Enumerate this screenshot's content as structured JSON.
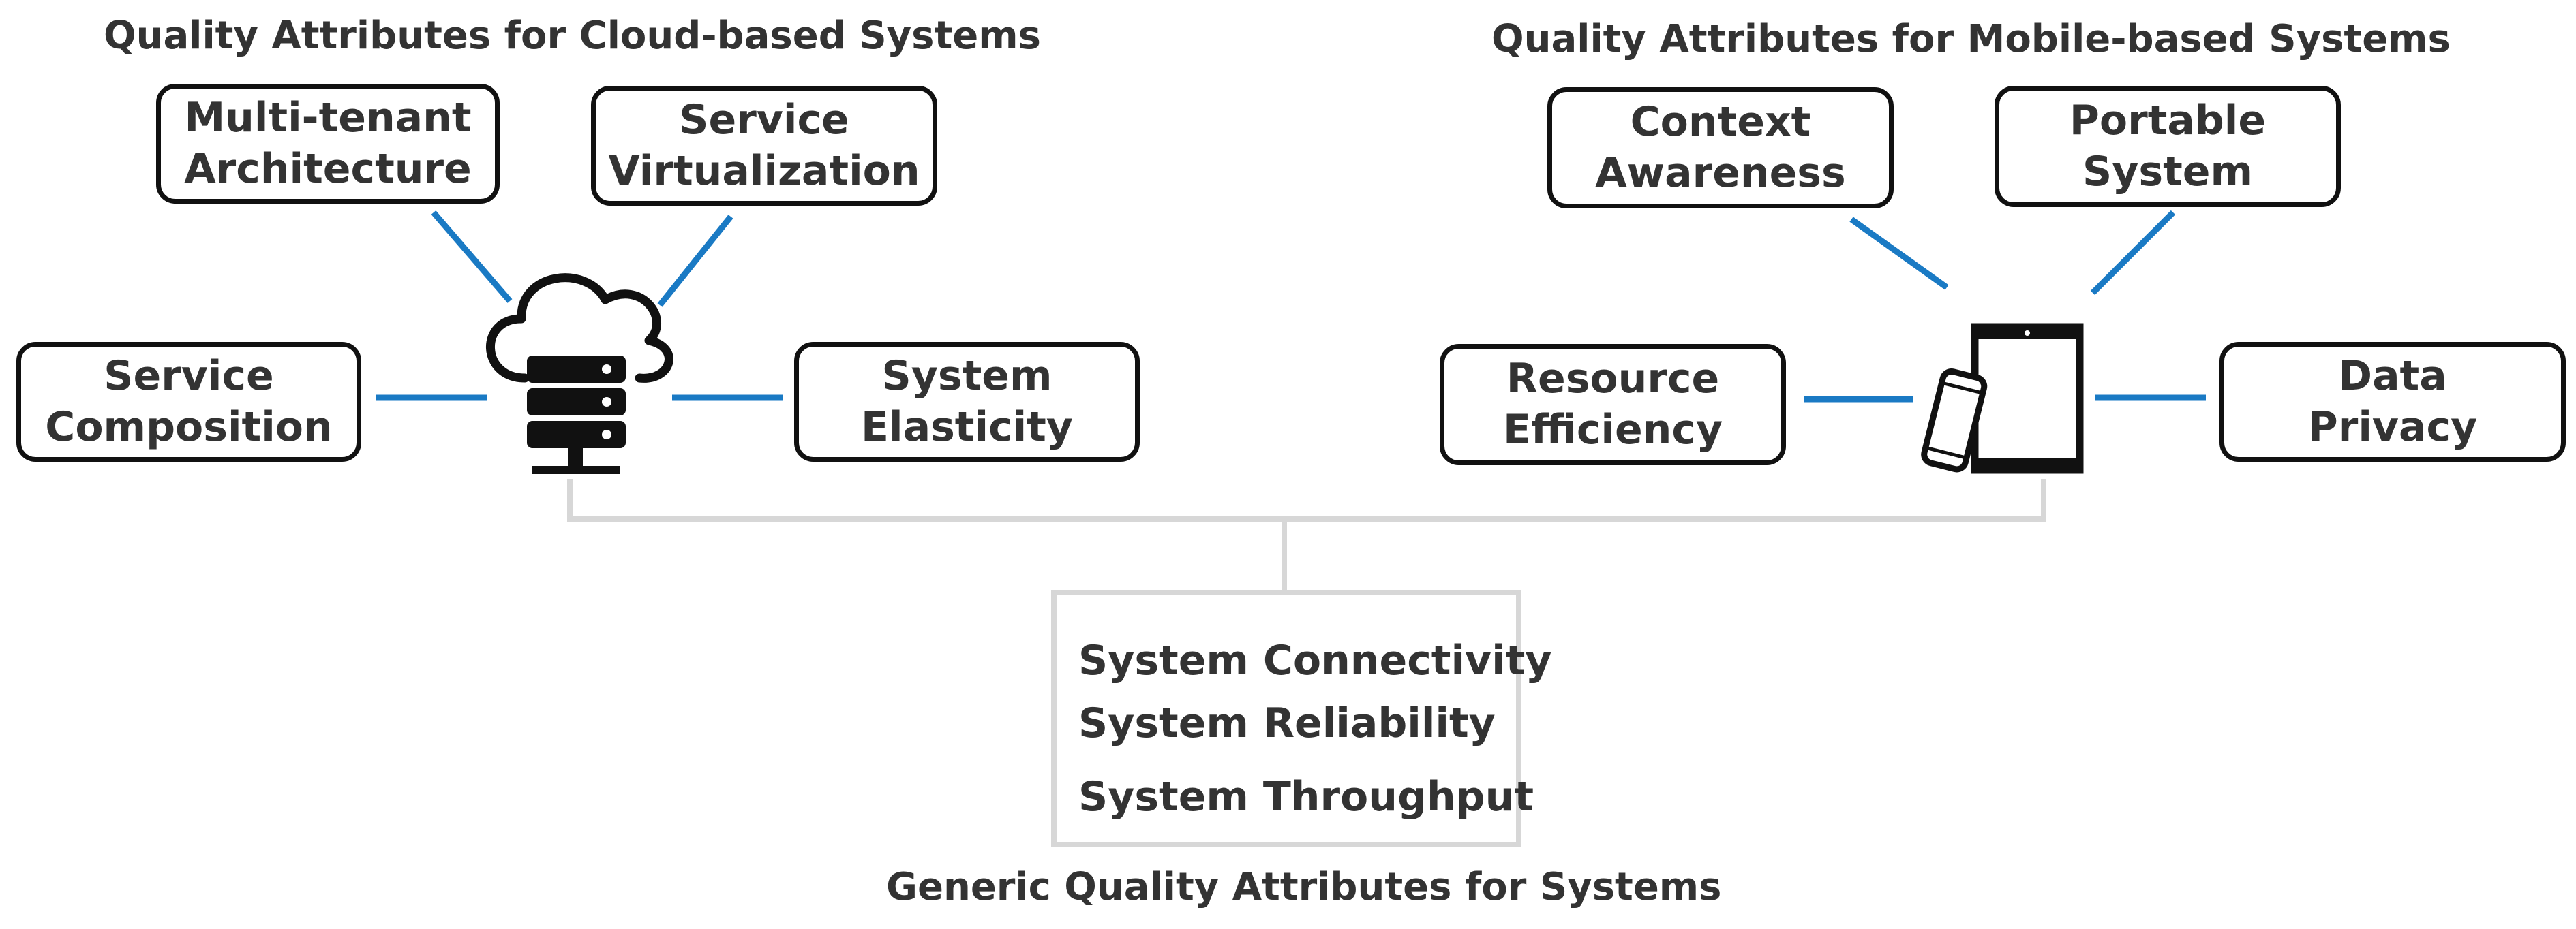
{
  "cloud": {
    "heading": "Quality Attributes for Cloud-based Systems",
    "multi_tenant": [
      "Multi-tenant",
      "Architecture"
    ],
    "service_virtualization": [
      "Service",
      "Virtualization"
    ],
    "service_composition": [
      "Service",
      "Composition"
    ],
    "system_elasticity": [
      "System",
      "Elasticity"
    ],
    "icon": "cloud-server-icon"
  },
  "mobile": {
    "heading": "Quality Attributes for Mobile-based Systems",
    "context_awareness": [
      "Context",
      "Awareness"
    ],
    "portable_system": [
      "Portable",
      "System"
    ],
    "resource_efficiency": [
      "Resource",
      "Efficiency"
    ],
    "data_privacy": [
      "Data",
      "Privacy"
    ],
    "icon": "phone-tablet-icon"
  },
  "generic": {
    "heading": "Generic Quality Attributes for Systems",
    "items": [
      "System Connectivity",
      "System Reliability",
      "System Throughput"
    ]
  },
  "colors": {
    "connector": "#1a7ac4",
    "box_border": "#111111",
    "bracket": "#d7d7d7",
    "text": "#333333"
  }
}
